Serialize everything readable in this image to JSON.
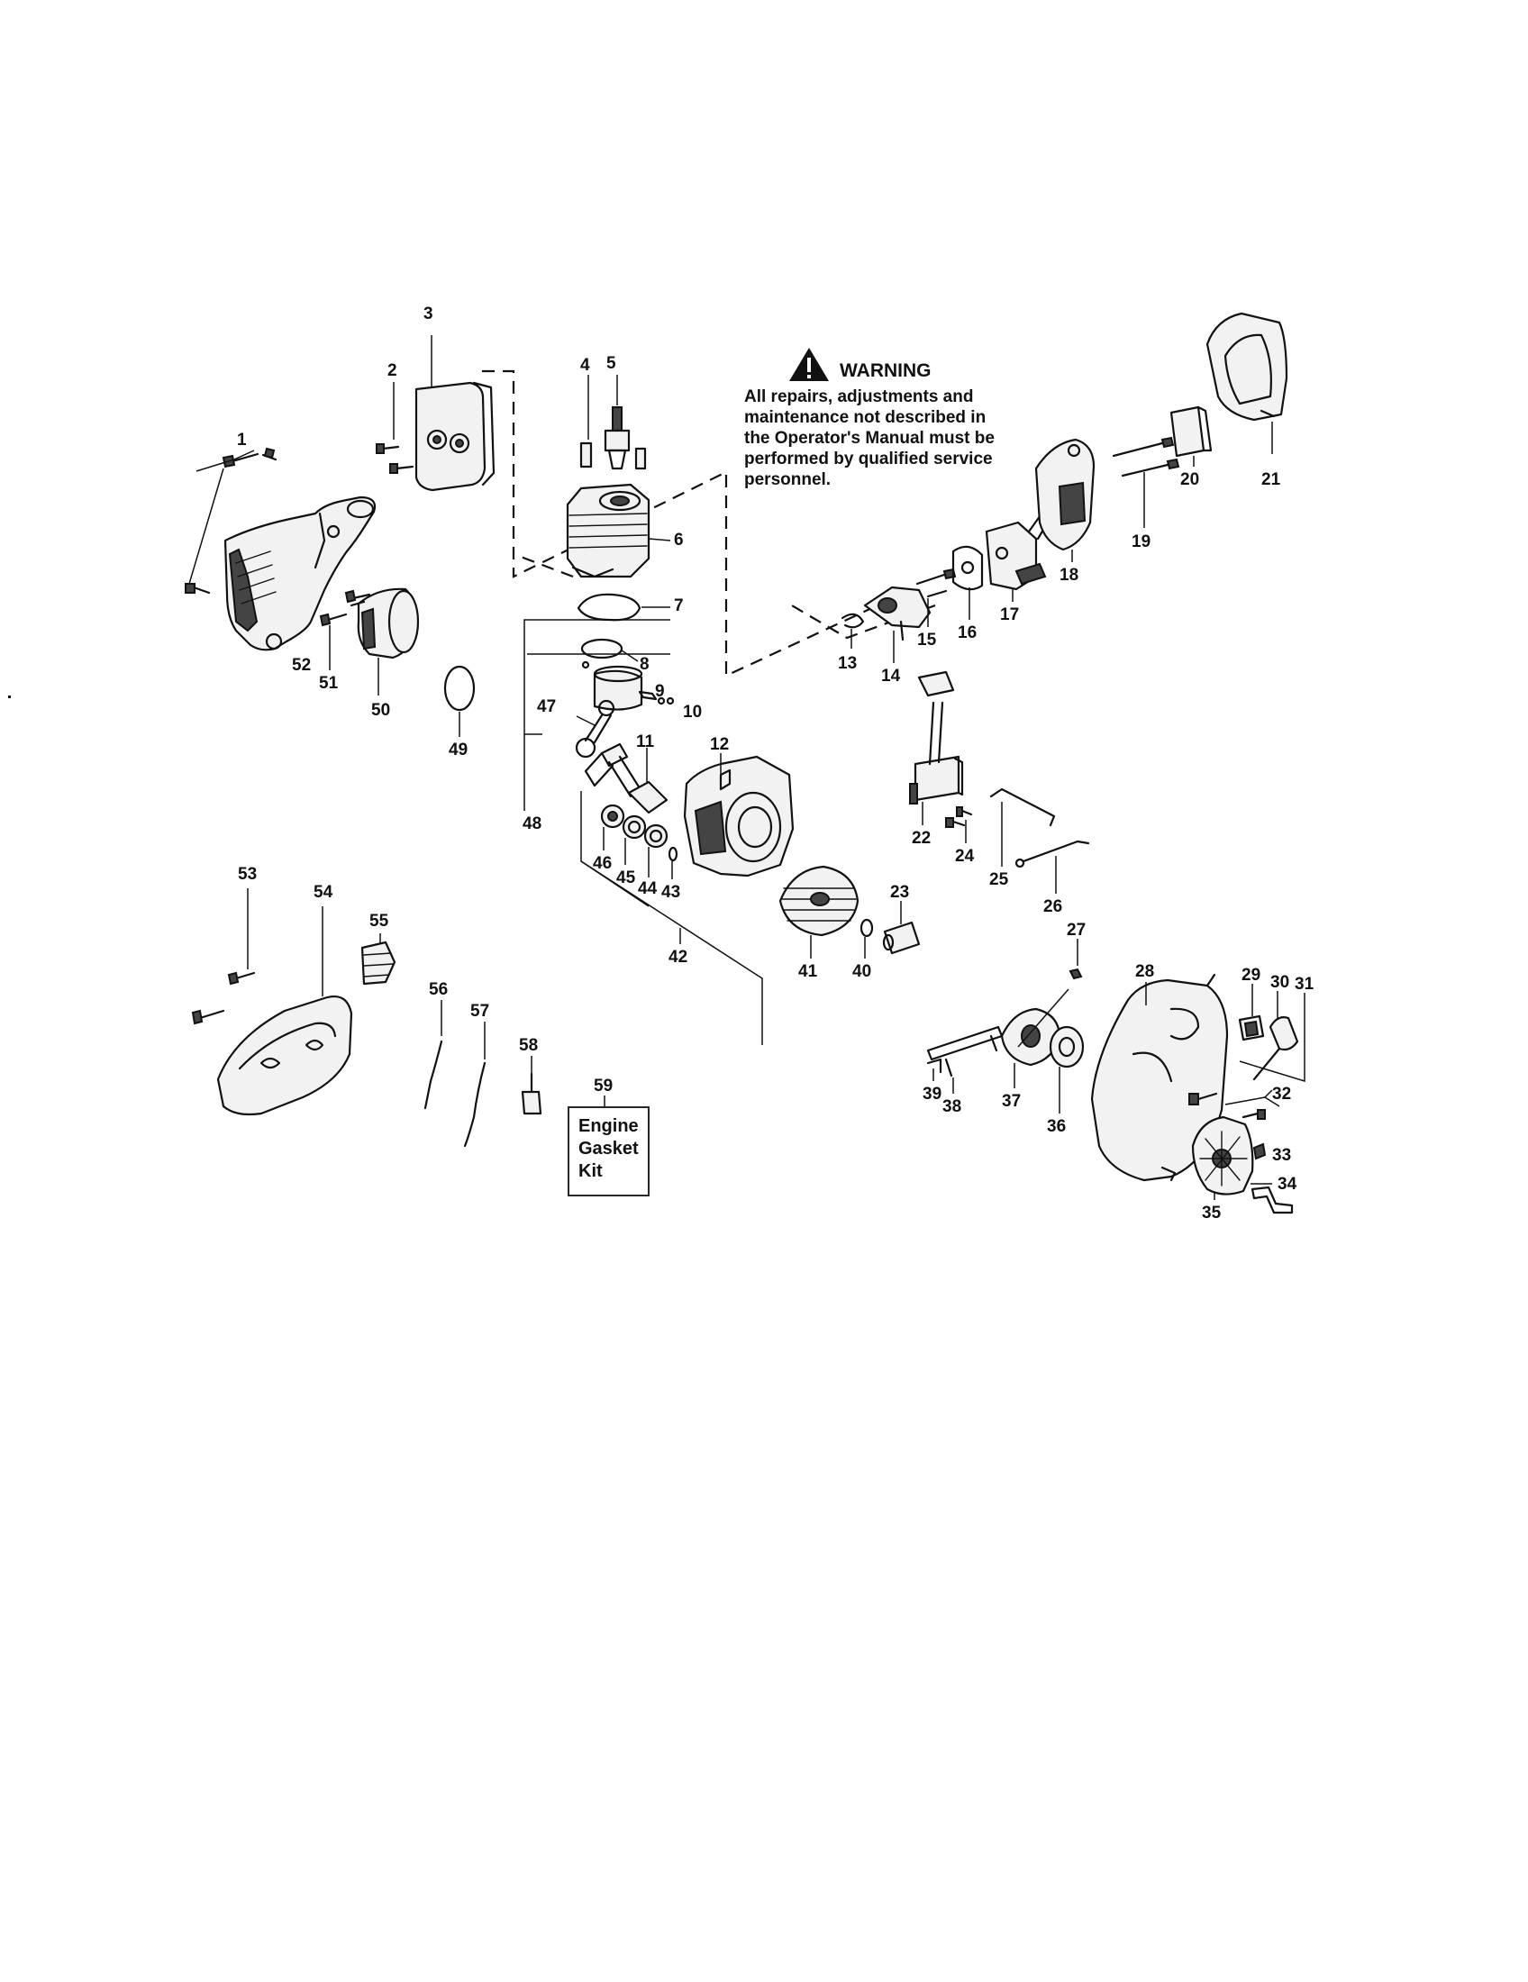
{
  "warning": {
    "title": "WARNING",
    "lines": [
      "All repairs, adjustments and",
      "maintenance not described in",
      "the Operator's Manual must be",
      "performed by qualified service",
      "personnel."
    ]
  },
  "kit_box": {
    "number": "59",
    "lines": [
      "Engine",
      "Gasket",
      "Kit"
    ]
  },
  "part_labels": [
    "1",
    "2",
    "3",
    "4",
    "5",
    "6",
    "7",
    "8",
    "9",
    "10",
    "11",
    "12",
    "13",
    "14",
    "15",
    "16",
    "17",
    "18",
    "19",
    "20",
    "21",
    "22",
    "23",
    "24",
    "25",
    "26",
    "27",
    "28",
    "29",
    "30",
    "31",
    "32",
    "33",
    "34",
    "35",
    "36",
    "37",
    "38",
    "39",
    "40",
    "41",
    "42",
    "43",
    "44",
    "45",
    "46",
    "47",
    "48",
    "49",
    "50",
    "51",
    "52",
    "53",
    "54",
    "55",
    "56",
    "57",
    "58"
  ],
  "icons": {
    "warning": "warning-triangle-icon"
  }
}
